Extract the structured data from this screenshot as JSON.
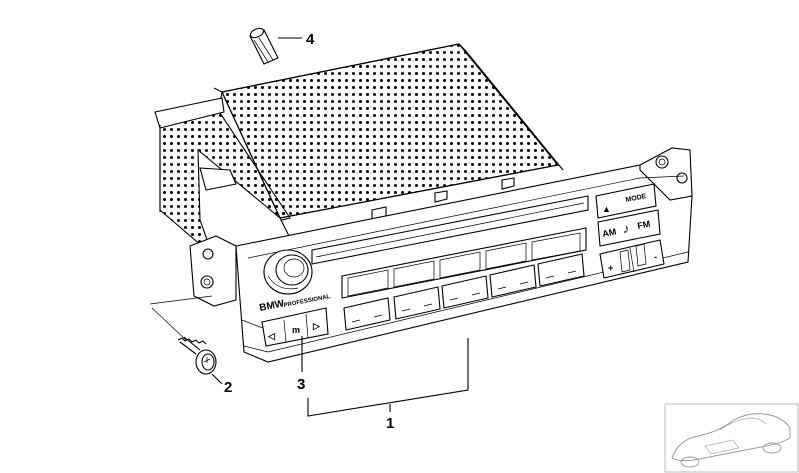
{
  "figure": {
    "callouts": [
      {
        "id": "1",
        "label": "1"
      },
      {
        "id": "2",
        "label": "2"
      },
      {
        "id": "3",
        "label": "3"
      },
      {
        "id": "4",
        "label": "4"
      }
    ],
    "brand": {
      "name": "BMW",
      "tagline": "PROFESSIONAL"
    },
    "buttons": {
      "mode": "MODE",
      "eject_symbol": "▲",
      "am": "AM",
      "note_symbol": "♪",
      "fm": "FM",
      "plus": "+",
      "minus": "-",
      "seek_left": "◁",
      "m": "m",
      "seek_right": "▷"
    },
    "preset_count": 5
  }
}
